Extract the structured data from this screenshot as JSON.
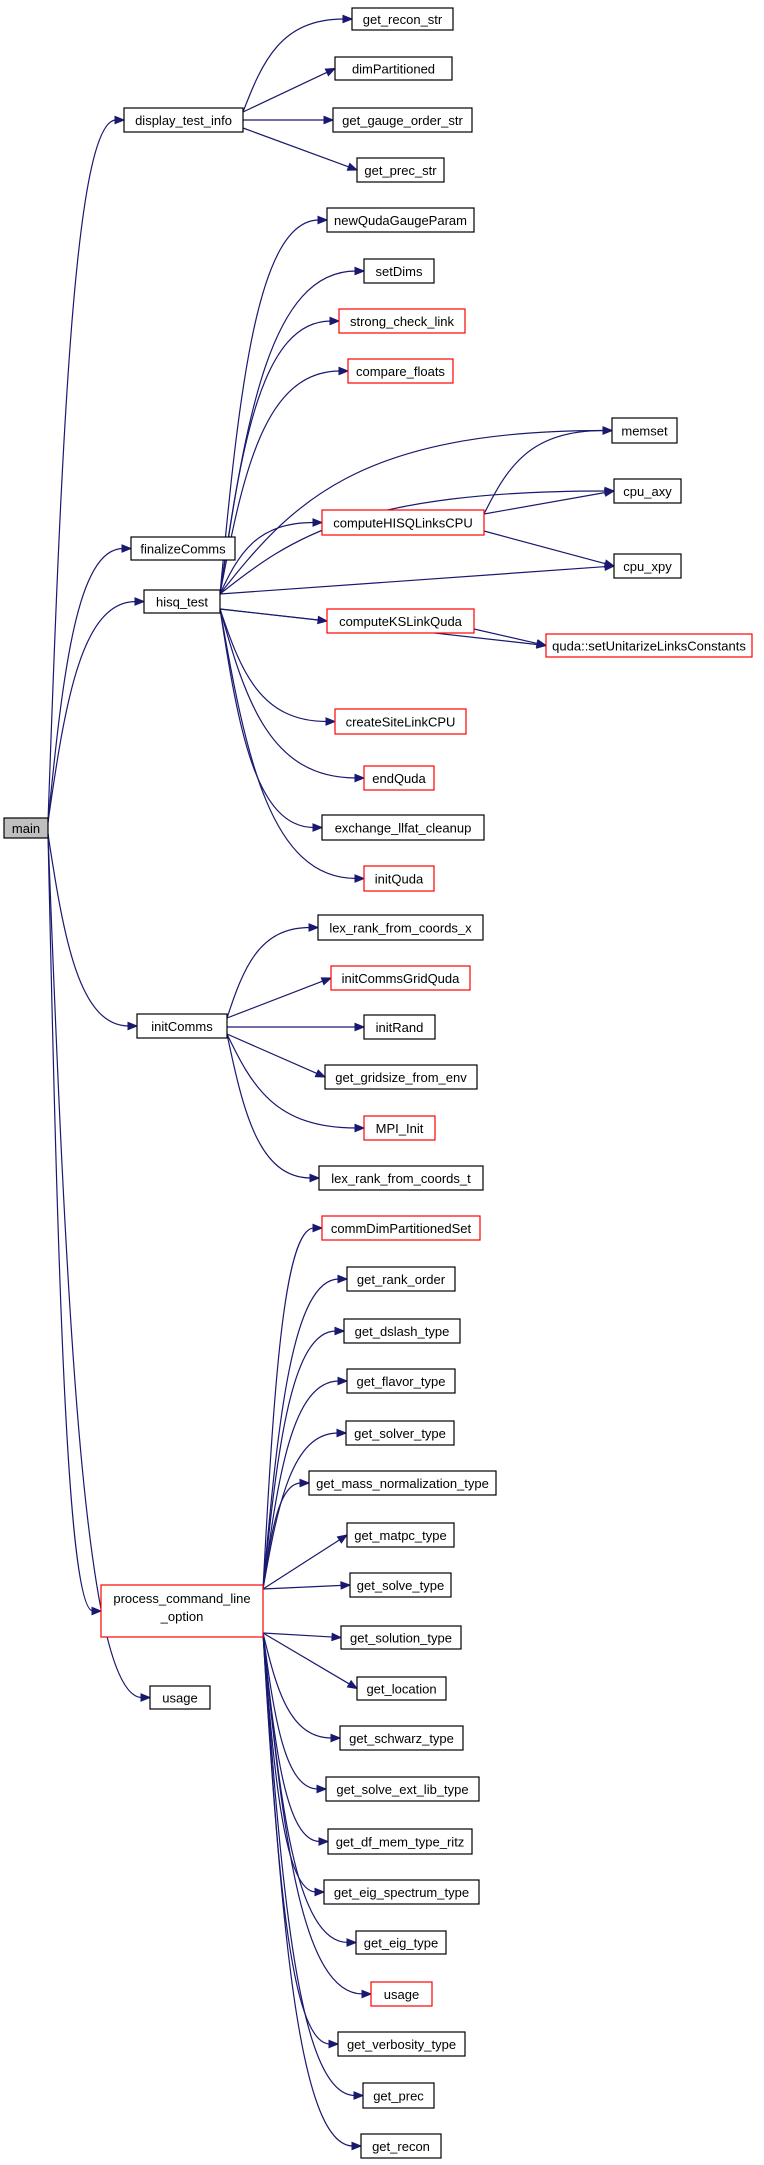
{
  "graph": {
    "colors": {
      "edge": "#191970",
      "normal_border": "#000000",
      "ref_border": "#ff0000",
      "root_fill": "#bfbfbf"
    },
    "nodes": {
      "main": {
        "label": "main",
        "style": "root"
      },
      "display_test_info": {
        "label": "display_test_info",
        "style": "normal"
      },
      "get_recon_str": {
        "label": "get_recon_str",
        "style": "normal"
      },
      "dimPartitioned": {
        "label": "dimPartitioned",
        "style": "normal"
      },
      "get_gauge_order_str": {
        "label": "get_gauge_order_str",
        "style": "normal"
      },
      "get_prec_str": {
        "label": "get_prec_str",
        "style": "normal"
      },
      "finalizeComms": {
        "label": "finalizeComms",
        "style": "normal"
      },
      "hisq_test": {
        "label": "hisq_test",
        "style": "normal"
      },
      "newQudaGaugeParam": {
        "label": "newQudaGaugeParam",
        "style": "normal"
      },
      "setDims": {
        "label": "setDims",
        "style": "normal"
      },
      "strong_check_link": {
        "label": "strong_check_link",
        "style": "ref"
      },
      "compare_floats": {
        "label": "compare_floats",
        "style": "ref"
      },
      "memset": {
        "label": "memset",
        "style": "normal"
      },
      "cpu_axy": {
        "label": "cpu_axy",
        "style": "normal"
      },
      "computeHISQLinksCPU": {
        "label": "computeHISQLinksCPU",
        "style": "ref"
      },
      "cpu_xpy": {
        "label": "cpu_xpy",
        "style": "normal"
      },
      "computeKSLinkQuda": {
        "label": "computeKSLinkQuda",
        "style": "ref"
      },
      "setUnitarizeLinksConstants": {
        "label": "quda::setUnitarizeLinksConstants",
        "style": "ref"
      },
      "createSiteLinkCPU": {
        "label": "createSiteLinkCPU",
        "style": "ref"
      },
      "endQuda": {
        "label": "endQuda",
        "style": "ref"
      },
      "exchange_llfat_cleanup": {
        "label": "exchange_llfat_cleanup",
        "style": "normal"
      },
      "initQuda": {
        "label": "initQuda",
        "style": "ref"
      },
      "initComms": {
        "label": "initComms",
        "style": "normal"
      },
      "lex_rank_from_coords_x": {
        "label": "lex_rank_from_coords_x",
        "style": "normal"
      },
      "initCommsGridQuda": {
        "label": "initCommsGridQuda",
        "style": "ref"
      },
      "initRand": {
        "label": "initRand",
        "style": "normal"
      },
      "get_gridsize_from_env": {
        "label": "get_gridsize_from_env",
        "style": "normal"
      },
      "MPI_Init": {
        "label": "MPI_Init",
        "style": "ref"
      },
      "lex_rank_from_coords_t": {
        "label": "lex_rank_from_coords_t",
        "style": "normal"
      },
      "process_command_line_option": {
        "label": "process_command_line",
        "label2": "_option",
        "style": "ref"
      },
      "commDimPartitionedSet": {
        "label": "commDimPartitionedSet",
        "style": "ref"
      },
      "get_rank_order": {
        "label": "get_rank_order",
        "style": "normal"
      },
      "get_dslash_type": {
        "label": "get_dslash_type",
        "style": "normal"
      },
      "get_flavor_type": {
        "label": "get_flavor_type",
        "style": "normal"
      },
      "get_solver_type": {
        "label": "get_solver_type",
        "style": "normal"
      },
      "get_mass_normalization_type": {
        "label": "get_mass_normalization_type",
        "style": "normal"
      },
      "get_matpc_type": {
        "label": "get_matpc_type",
        "style": "normal"
      },
      "get_solve_type": {
        "label": "get_solve_type",
        "style": "normal"
      },
      "get_solution_type": {
        "label": "get_solution_type",
        "style": "normal"
      },
      "get_location": {
        "label": "get_location",
        "style": "normal"
      },
      "get_schwarz_type": {
        "label": "get_schwarz_type",
        "style": "normal"
      },
      "get_solve_ext_lib_type": {
        "label": "get_solve_ext_lib_type",
        "style": "normal"
      },
      "get_df_mem_type_ritz": {
        "label": "get_df_mem_type_ritz",
        "style": "normal"
      },
      "get_eig_spectrum_type": {
        "label": "get_eig_spectrum_type",
        "style": "normal"
      },
      "get_eig_type": {
        "label": "get_eig_type",
        "style": "normal"
      },
      "usage_pcl": {
        "label": "usage",
        "style": "ref"
      },
      "get_verbosity_type": {
        "label": "get_verbosity_type",
        "style": "normal"
      },
      "get_prec": {
        "label": "get_prec",
        "style": "normal"
      },
      "get_recon": {
        "label": "get_recon",
        "style": "normal"
      },
      "usage_main": {
        "label": "usage",
        "style": "normal"
      }
    }
  }
}
